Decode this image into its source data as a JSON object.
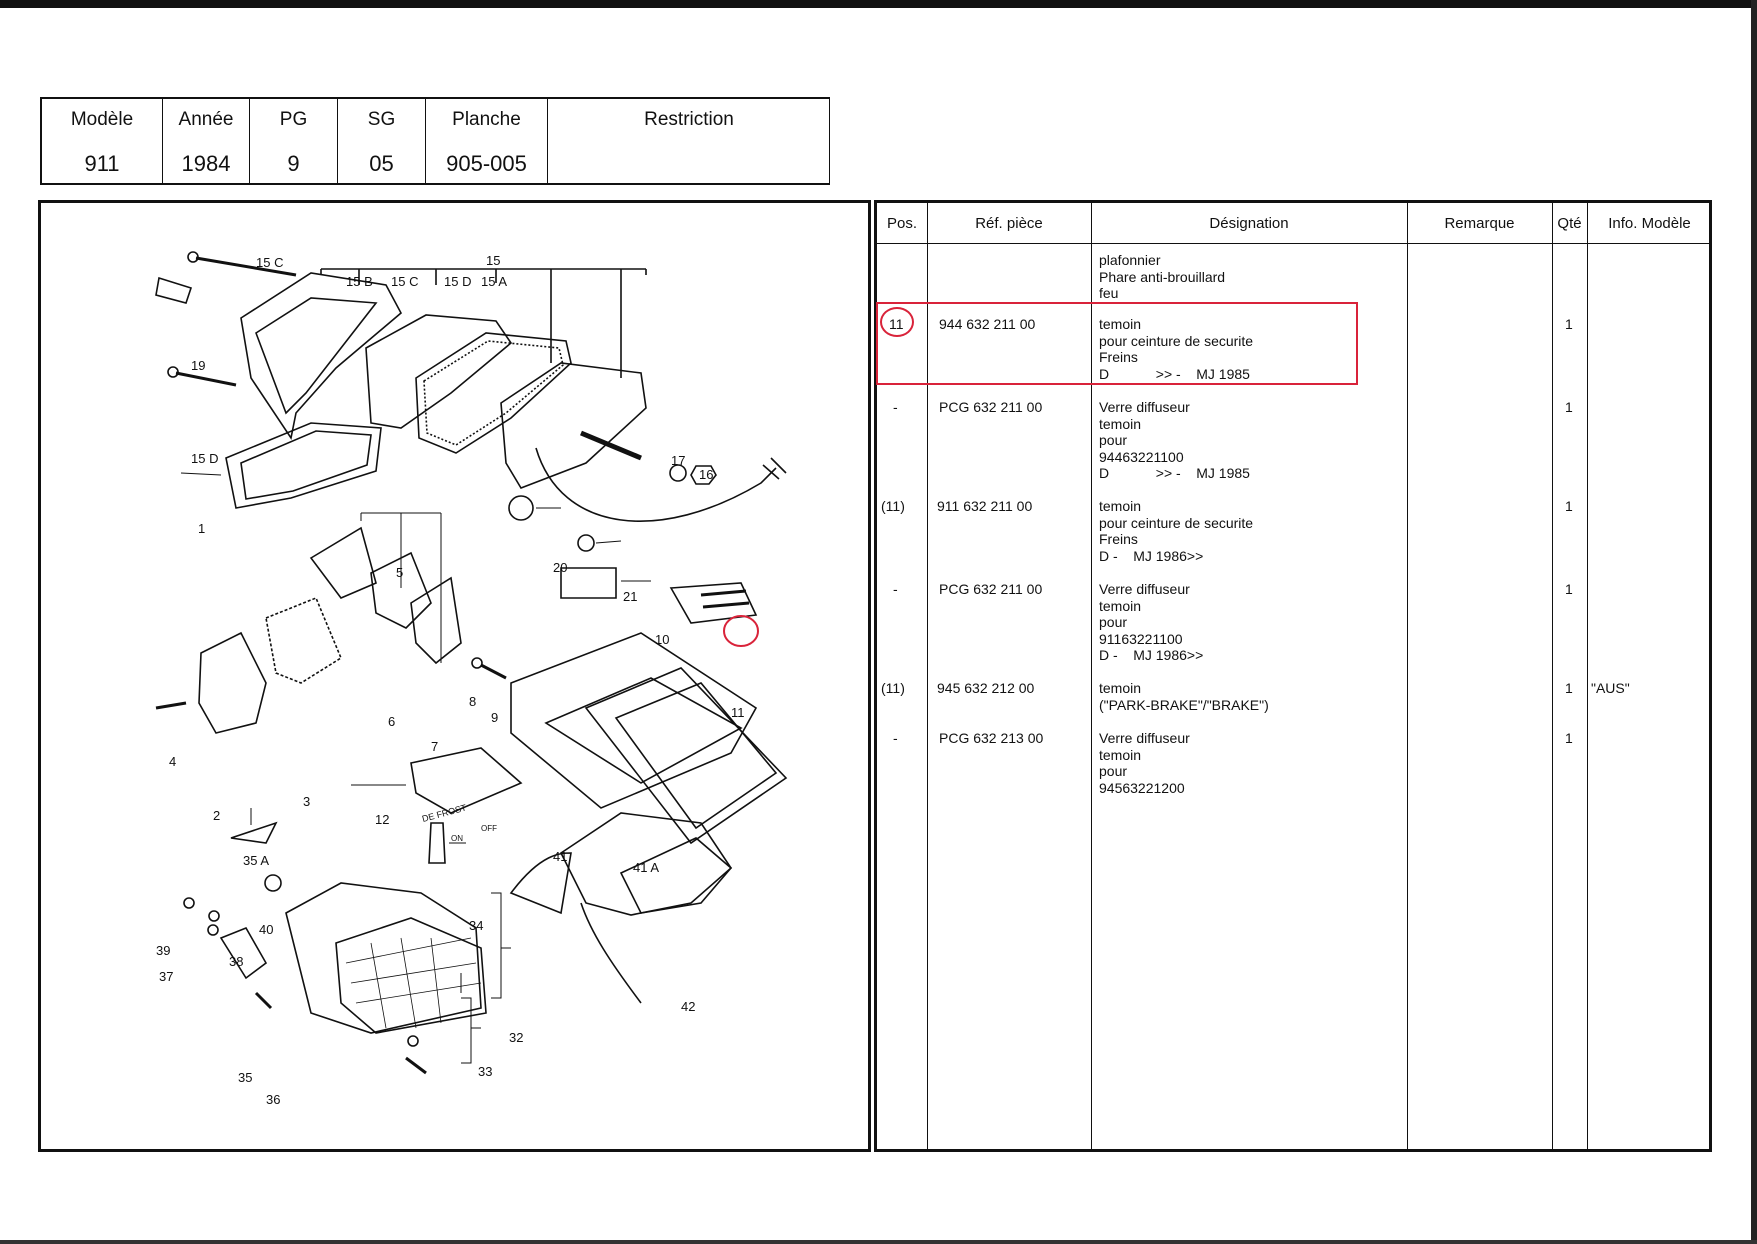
{
  "header": {
    "columns": [
      {
        "label": "Modèle",
        "value": "911"
      },
      {
        "label": "Année",
        "value": "1984"
      },
      {
        "label": "PG",
        "value": "9"
      },
      {
        "label": "SG",
        "value": "05"
      },
      {
        "label": "Planche",
        "value": "905-005"
      },
      {
        "label": "Restriction",
        "value": ""
      }
    ]
  },
  "diagram": {
    "labels": [
      "15 C",
      "15",
      "15 B",
      "15 C",
      "15 D",
      "15 A",
      "19",
      "15 D",
      "17",
      "16",
      "1",
      "20",
      "21",
      "5",
      "10",
      "11",
      "8",
      "9",
      "6",
      "7",
      "4",
      "3",
      "2",
      "12",
      "DE FROST",
      "ON",
      "OFF",
      "41",
      "41 A",
      "35 A",
      "34",
      "40",
      "39",
      "38",
      "37",
      "42",
      "32",
      "33",
      "35",
      "36"
    ]
  },
  "table": {
    "headers": {
      "pos": "Pos.",
      "ref": "Réf. pièce",
      "designation": "Désignation",
      "remarque": "Remarque",
      "qte": "Qté",
      "info": "Info. Modèle"
    },
    "rows": [
      {
        "pos": "",
        "ref": "",
        "designation": [
          "plafonnier",
          "Phare anti-brouillard",
          "feu"
        ],
        "qte": "",
        "info": ""
      },
      {
        "pos": "11",
        "ref": "944 632 211 00",
        "designation": [
          "temoin",
          "pour ceinture de securite",
          "Freins",
          "D            >> -    MJ 1985"
        ],
        "qte": "1",
        "info": ""
      },
      {
        "pos": "-",
        "ref": "PCG 632 211 00",
        "designation": [
          "Verre diffuseur",
          "temoin",
          "pour",
          "94463221100",
          "D            >> -    MJ 1985"
        ],
        "qte": "1",
        "info": ""
      },
      {
        "pos": "(11)",
        "ref": "911 632 211 00",
        "designation": [
          "temoin",
          "pour ceinture de securite",
          "Freins",
          "D -    MJ 1986>>"
        ],
        "qte": "1",
        "info": ""
      },
      {
        "pos": "-",
        "ref": "PCG 632 211 00",
        "designation": [
          "Verre diffuseur",
          "temoin",
          "pour",
          "91163221100",
          "D -    MJ 1986>>"
        ],
        "qte": "1",
        "info": ""
      },
      {
        "pos": "(11)",
        "ref": "945 632 212 00",
        "designation": [
          "temoin",
          "(\"PARK-BRAKE\"/\"BRAKE\")"
        ],
        "qte": "1",
        "info": "\"AUS\""
      },
      {
        "pos": "-",
        "ref": "PCG 632 213 00",
        "designation": [
          "Verre diffuseur",
          "temoin",
          "pour",
          "94563221200"
        ],
        "qte": "1",
        "info": ""
      }
    ]
  },
  "colors": {
    "highlight": "#d9233a",
    "ink": "#111111"
  }
}
